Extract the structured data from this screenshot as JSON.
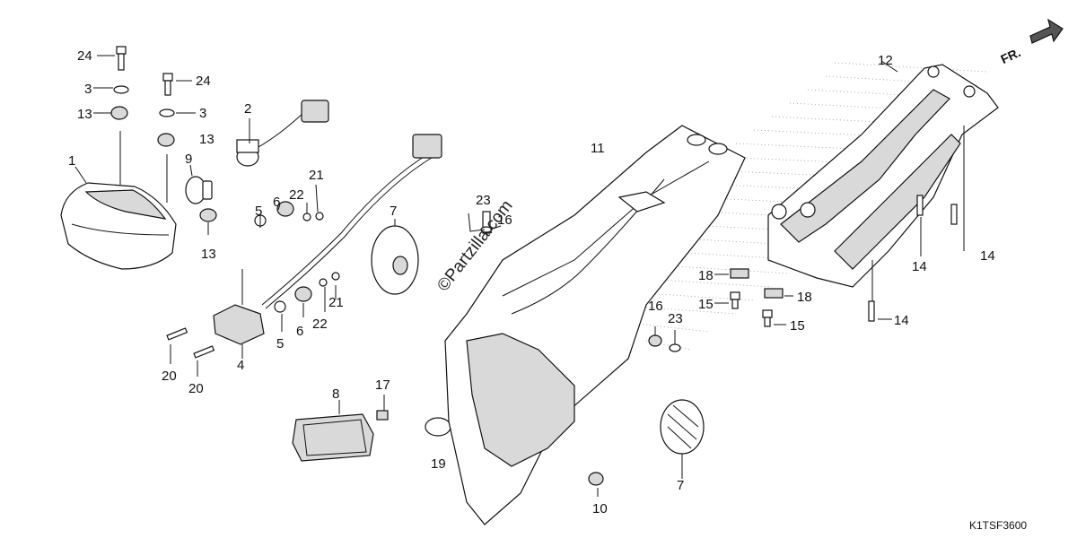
{
  "diagram_code": "K1TSF3600",
  "front_indicator": "FR.",
  "watermark": "©Partzilla.com",
  "callouts": [
    {
      "id": "c24a",
      "text": "24"
    },
    {
      "id": "c3a",
      "text": "3"
    },
    {
      "id": "c13a",
      "text": "13"
    },
    {
      "id": "c1",
      "text": "1"
    },
    {
      "id": "c24b",
      "text": "24"
    },
    {
      "id": "c3b",
      "text": "3"
    },
    {
      "id": "c13b",
      "text": "13"
    },
    {
      "id": "c9",
      "text": "9"
    },
    {
      "id": "c13c",
      "text": "13"
    },
    {
      "id": "c2",
      "text": "2"
    },
    {
      "id": "c21a",
      "text": "21"
    },
    {
      "id": "c22a",
      "text": "22"
    },
    {
      "id": "c6a",
      "text": "6"
    },
    {
      "id": "c5a",
      "text": "5"
    },
    {
      "id": "c7a",
      "text": "7"
    },
    {
      "id": "c21b",
      "text": "21"
    },
    {
      "id": "c22b",
      "text": "22"
    },
    {
      "id": "c6b",
      "text": "6"
    },
    {
      "id": "c5b",
      "text": "5"
    },
    {
      "id": "c4",
      "text": "4"
    },
    {
      "id": "c20a",
      "text": "20"
    },
    {
      "id": "c20b",
      "text": "20"
    },
    {
      "id": "c8",
      "text": "8"
    },
    {
      "id": "c17",
      "text": "17"
    },
    {
      "id": "c19",
      "text": "19"
    },
    {
      "id": "c23a",
      "text": "23"
    },
    {
      "id": "c16a",
      "text": "16"
    },
    {
      "id": "c11",
      "text": "11"
    },
    {
      "id": "c16b",
      "text": "16"
    },
    {
      "id": "c23b",
      "text": "23"
    },
    {
      "id": "c7b",
      "text": "7"
    },
    {
      "id": "c10",
      "text": "10"
    },
    {
      "id": "c18a",
      "text": "18"
    },
    {
      "id": "c15a",
      "text": "15"
    },
    {
      "id": "c18b",
      "text": "18"
    },
    {
      "id": "c15b",
      "text": "15"
    },
    {
      "id": "c12",
      "text": "12"
    },
    {
      "id": "c14a",
      "text": "14"
    },
    {
      "id": "c14b",
      "text": "14"
    },
    {
      "id": "c14c",
      "text": "14"
    }
  ]
}
